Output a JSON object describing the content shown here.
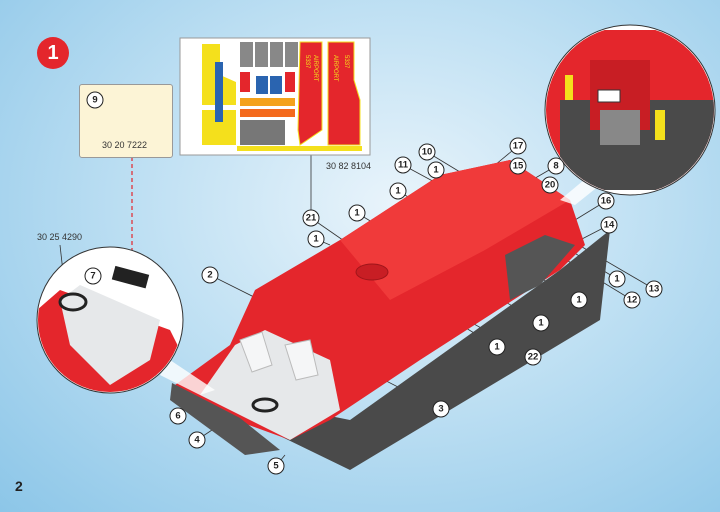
{
  "step_number": "1",
  "page_number": "2",
  "spare_part": {
    "callout": "9",
    "part_number": "30 20 7222"
  },
  "sticker_sheet": {
    "part_number": "30 82 8104",
    "texts": [
      "5337",
      "AIRPORT",
      "AIRPORT",
      "5337"
    ]
  },
  "detail_left": {
    "part_number": "30 25 4290",
    "callout": "7"
  },
  "callouts": [
    "10",
    "17",
    "11",
    "1",
    "15",
    "8",
    "20",
    "1",
    "16",
    "21",
    "1",
    "14",
    "1",
    "2",
    "1",
    "13",
    "12",
    "1",
    "1",
    "1",
    "22",
    "3",
    "6",
    "4",
    "5"
  ],
  "colors": {
    "red": "#e4262c",
    "dark_gray": "#4a4a4a",
    "light_gray": "#e6e8ea",
    "yellow": "#f4e01c"
  }
}
